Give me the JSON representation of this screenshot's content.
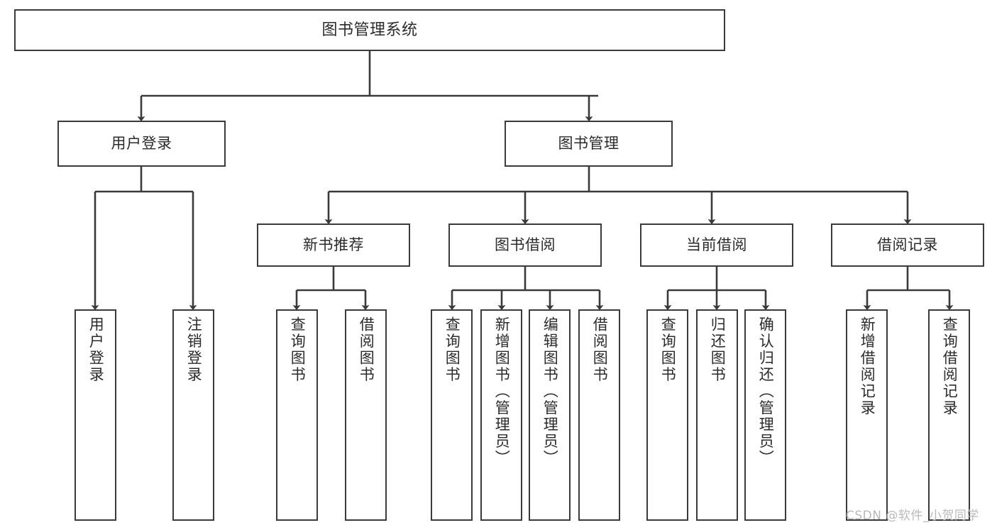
{
  "diagram": {
    "type": "tree-hierarchy",
    "title": "图书管理系统",
    "orientation": "top-down",
    "colors": {
      "stroke": "#3a3a3a",
      "fill": "#ffffff",
      "text": "#2b2b2b",
      "watermark": "#b9b9b9"
    },
    "nodes": {
      "root": {
        "label": "图书管理系统"
      },
      "level2": [
        {
          "id": "user-login",
          "label": "用户登录"
        },
        {
          "id": "book-manage",
          "label": "图书管理"
        }
      ],
      "level3": [
        {
          "id": "new-book-recommend",
          "label": "新书推荐"
        },
        {
          "id": "book-borrow",
          "label": "图书借阅"
        },
        {
          "id": "current-borrow",
          "label": "当前借阅"
        },
        {
          "id": "borrow-record",
          "label": "借阅记录"
        }
      ],
      "leaves": {
        "user-login": [
          {
            "id": "leaf-user-login",
            "label": "用户登录"
          },
          {
            "id": "leaf-logout",
            "label": "注销登录"
          }
        ],
        "new-book-recommend": [
          {
            "id": "leaf-query-book-1",
            "label": "查询图书"
          },
          {
            "id": "leaf-borrow-book-1",
            "label": "借阅图书"
          }
        ],
        "book-borrow": [
          {
            "id": "leaf-query-book-2",
            "label": "查询图书"
          },
          {
            "id": "leaf-add-book",
            "label": "新增图书（管理员）"
          },
          {
            "id": "leaf-edit-book",
            "label": "编辑图书（管理员）"
          },
          {
            "id": "leaf-borrow-book-2",
            "label": "借阅图书"
          }
        ],
        "current-borrow": [
          {
            "id": "leaf-query-book-3",
            "label": "查询图书"
          },
          {
            "id": "leaf-return-book",
            "label": "归还图书"
          },
          {
            "id": "leaf-confirm-return",
            "label": "确认归还（管理员）"
          }
        ],
        "borrow-record": [
          {
            "id": "leaf-add-record",
            "label": "新增借阅记录"
          },
          {
            "id": "leaf-query-record",
            "label": "查询借阅记录"
          }
        ]
      }
    }
  },
  "watermark": {
    "text": "CSDN @软件_小贺同学"
  }
}
